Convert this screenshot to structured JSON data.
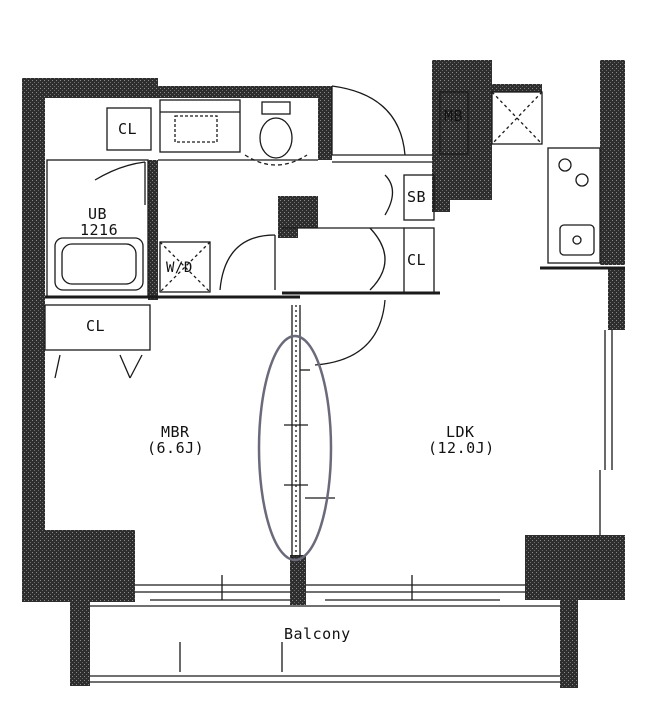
{
  "rooms": {
    "cl_top": "CL",
    "ub_name": "UB",
    "ub_size": "1216",
    "wd": "W/D",
    "cl_left": "CL",
    "mb": "MB",
    "sb": "SB",
    "cl_mid": "CL",
    "mbr_name": "MBR",
    "mbr_size": "(6.6J)",
    "ldk_name": "LDK",
    "ldk_size": "(12.0J)",
    "balcony": "Balcony"
  },
  "colors": {
    "wall": "#3a3a3a",
    "line": "#1a1a1a",
    "highlight": "#6a6a7a"
  }
}
